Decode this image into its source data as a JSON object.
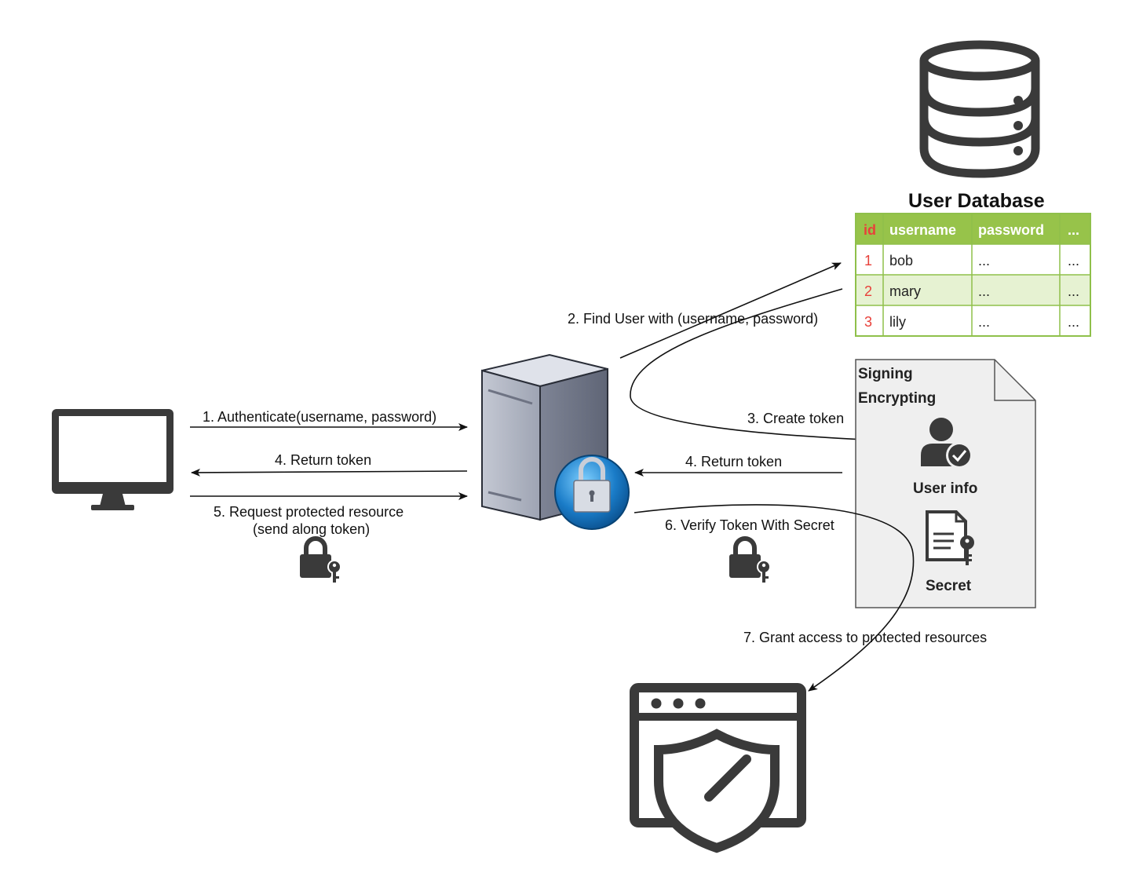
{
  "steps": {
    "authenticate": "1. Authenticate(username, password)",
    "return_token_client": "4. Return token",
    "request_resource_line1": "5. Request protected resource",
    "request_resource_line2": "(send along token)",
    "find_user": "2. Find User with (username, password)",
    "create_token": "3. Create token",
    "return_token_server": "4. Return token",
    "verify_token": "6. Verify Token With Secret",
    "grant_access": "7. Grant access to protected resources"
  },
  "database": {
    "title": "User Database",
    "columns": [
      "id",
      "username",
      "password",
      "..."
    ],
    "rows": [
      [
        "1",
        "bob",
        "...",
        "..."
      ],
      [
        "2",
        "mary",
        "...",
        "..."
      ],
      [
        "3",
        "lily",
        "...",
        "..."
      ]
    ],
    "colors": {
      "header_bg": "#97c34a",
      "row_alt_bg": "#e6f2d2",
      "border": "#8fc04a",
      "id_text": "#e8403a"
    }
  },
  "token_doc": {
    "line1": "Signing",
    "line2": "Encrypting",
    "user_info_label": "User info",
    "secret_label": "Secret"
  },
  "icons": {
    "client": "monitor-icon",
    "server": "server-lock-icon",
    "database": "database-icon",
    "token_lock": "lock-key-icon",
    "user": "user-check-icon",
    "secret": "document-key-icon",
    "resource": "browser-shield-icon"
  }
}
